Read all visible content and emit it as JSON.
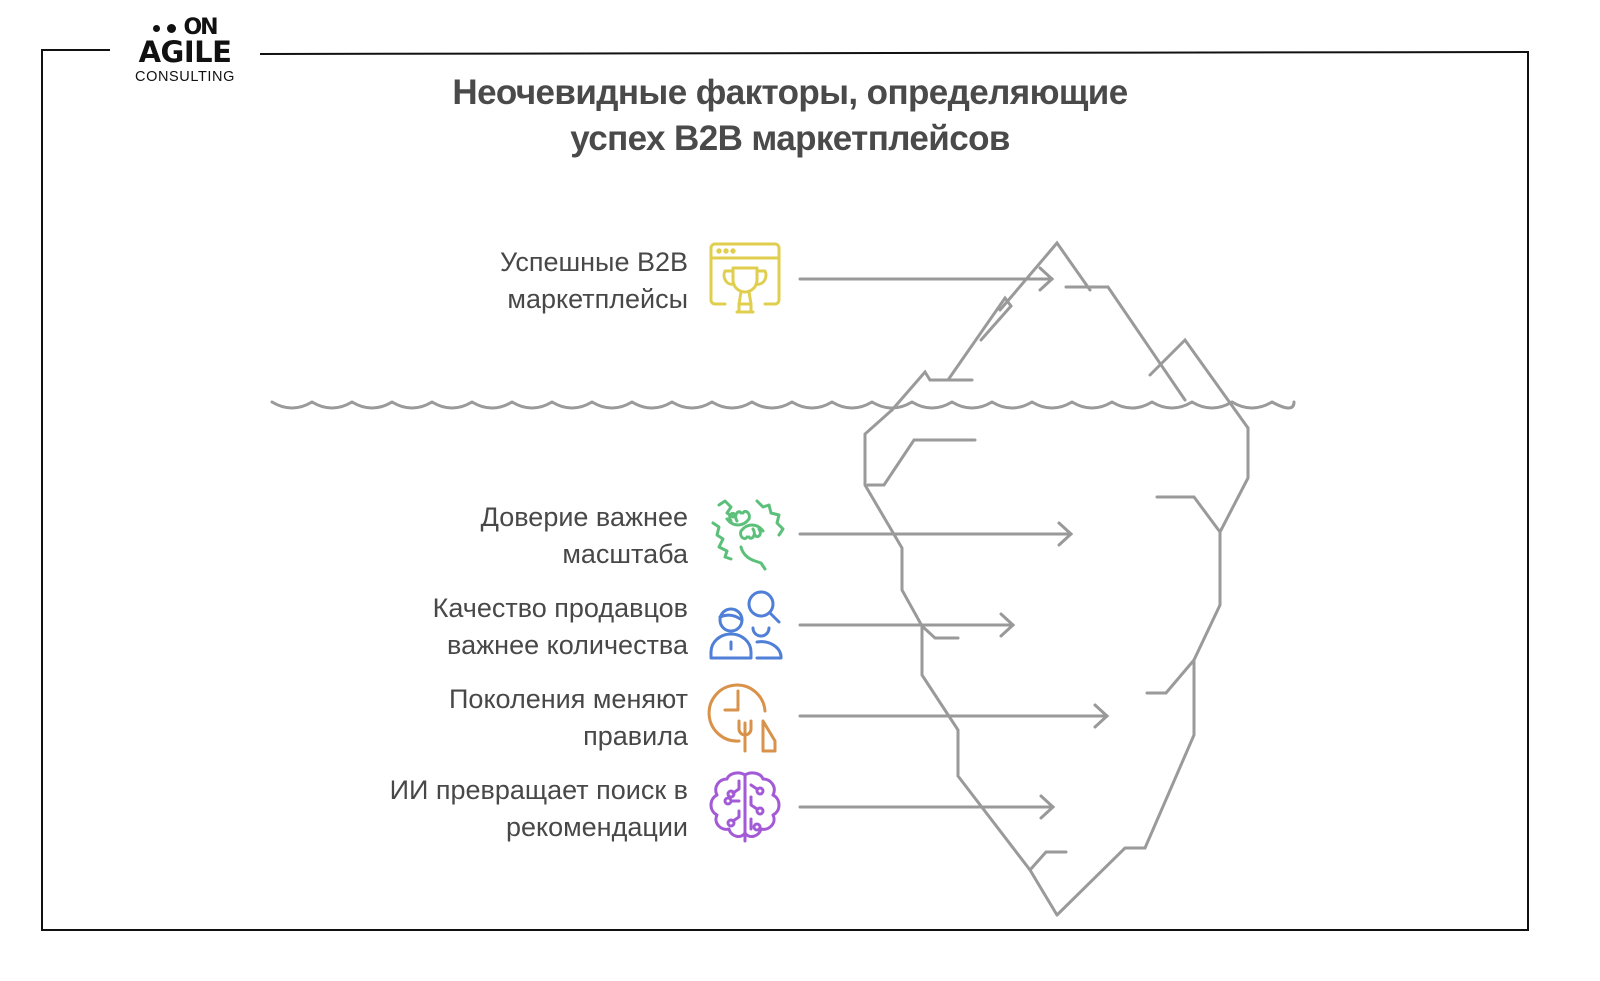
{
  "logo": {
    "mark": "ON",
    "name": "AGILE",
    "subtitle": "CONSULTING"
  },
  "title": {
    "line1": "Неочевидные факторы, определяющие",
    "line2": "успех B2B маркетплейсов"
  },
  "diagram": {
    "type": "iceberg",
    "line_color": "#9a9a9a",
    "above_water": [
      {
        "line1": "Успешные B2B",
        "line2": "маркетплейсы",
        "icon": "trophy-browser-icon",
        "color": "#e0cf4f"
      }
    ],
    "below_water": [
      {
        "line1": "Доверие важнее",
        "line2": "масштаба",
        "icon": "handshake-icon",
        "color": "#5cbf7a"
      },
      {
        "line1": "Качество продавцов",
        "line2": "важнее количества",
        "icon": "people-search-icon",
        "color": "#4f7fd6"
      },
      {
        "line1": "Поколения меняют",
        "line2": "правила",
        "icon": "generations-clock-icon",
        "color": "#d9924a"
      },
      {
        "line1": "ИИ превращает поиск в",
        "line2": "рекомендации",
        "icon": "ai-brain-icon",
        "color": "#a35ad6"
      }
    ]
  }
}
